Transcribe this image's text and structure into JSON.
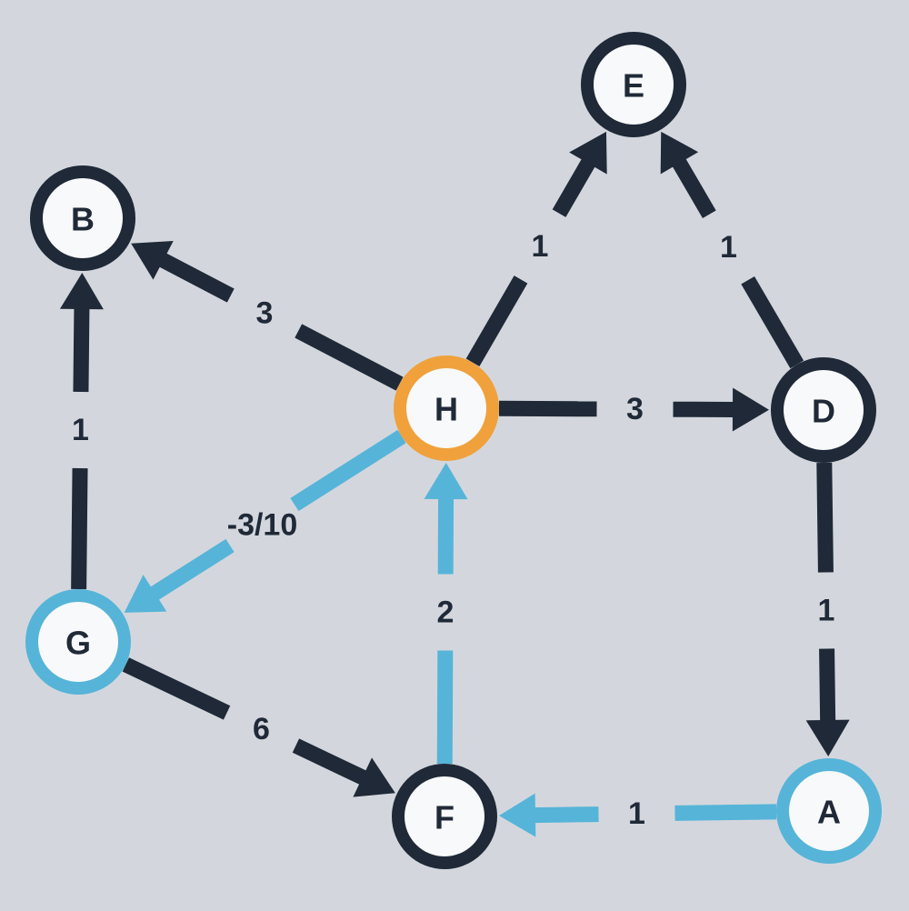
{
  "colors": {
    "background": "#d3d7dd",
    "default_edge": "#1f2937",
    "highlight_edge": "#56b4d8",
    "current_node": "#f0a13c",
    "visited_node": "#56b4d8",
    "node_fill": "#f8f9fa"
  },
  "nodes": [
    {
      "id": "E",
      "label": "E",
      "state": "default"
    },
    {
      "id": "B",
      "label": "B",
      "state": "default"
    },
    {
      "id": "H",
      "label": "H",
      "state": "current"
    },
    {
      "id": "D",
      "label": "D",
      "state": "default"
    },
    {
      "id": "G",
      "label": "G",
      "state": "visited"
    },
    {
      "id": "F",
      "label": "F",
      "state": "default"
    },
    {
      "id": "A",
      "label": "A",
      "state": "visited"
    }
  ],
  "edges": [
    {
      "from": "H",
      "to": "B",
      "weight": "3",
      "state": "default"
    },
    {
      "from": "H",
      "to": "E",
      "weight": "1",
      "state": "default"
    },
    {
      "from": "D",
      "to": "E",
      "weight": "1",
      "state": "default"
    },
    {
      "from": "H",
      "to": "D",
      "weight": "3",
      "state": "default"
    },
    {
      "from": "G",
      "to": "B",
      "weight": "1",
      "state": "default"
    },
    {
      "from": "H",
      "to": "G",
      "weight": "-3/10",
      "state": "highlight"
    },
    {
      "from": "F",
      "to": "H",
      "weight": "2",
      "state": "highlight"
    },
    {
      "from": "D",
      "to": "A",
      "weight": "1",
      "state": "default"
    },
    {
      "from": "G",
      "to": "F",
      "weight": "6",
      "state": "default"
    },
    {
      "from": "A",
      "to": "F",
      "weight": "1",
      "state": "highlight"
    }
  ]
}
